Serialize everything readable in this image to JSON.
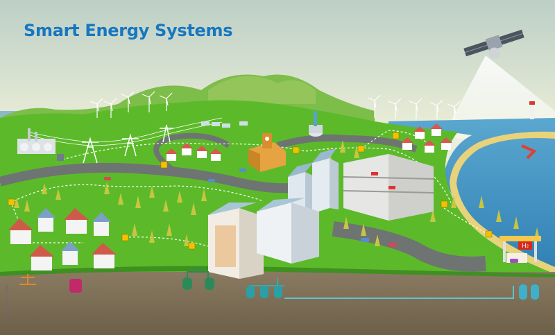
{
  "title": "Smart Energy Systems",
  "credit": "M. Sánchez, 2006.",
  "fuel_station_sign": {
    "main": "H",
    "subscript": "2"
  },
  "colors": {
    "title": "#1677c0",
    "grass": "#5cba2a",
    "hills": "#8fca48",
    "sea": "#3f8fbf",
    "road": "#6e7472",
    "ground": "#7a6a54",
    "grid_line": "#ffffff",
    "node": "#f2c200"
  },
  "icons": [
    "satellite-icon",
    "wind-turbine-icon",
    "power-pylon-icon",
    "house-icon",
    "factory-icon",
    "node-icon",
    "storage-tank-icon",
    "hydrogen-station-icon",
    "car-icon"
  ]
}
